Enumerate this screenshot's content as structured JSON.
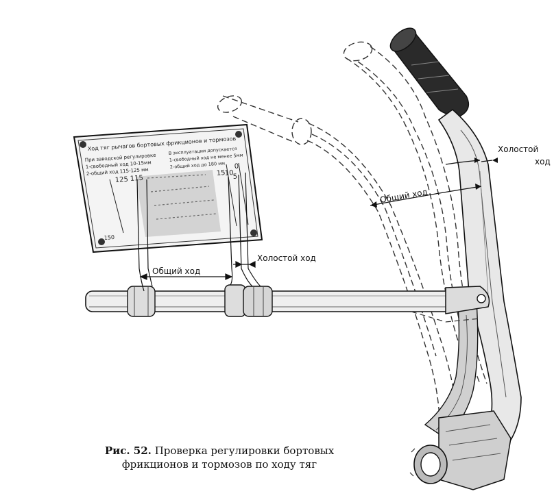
{
  "plate": {
    "title": "Ход тяг рычагов бортовых фрикционов и тормозов",
    "left_col": {
      "heading": "При заводской регулировке",
      "line1": "1-свободный ход 10-15мм",
      "line2": "2-общий ход 115-125 мм"
    },
    "right_col": {
      "heading": "В эксплуатации допускается",
      "line1": "1-свободный ход не менее 5мм",
      "line2": "2-общий ход до 180 мм"
    },
    "scale_left": [
      "125",
      "115"
    ],
    "scale_right": [
      "15",
      "10",
      "5",
      "0"
    ],
    "scale_bottom": "150"
  },
  "labels": {
    "total_travel_rod": "Общий ход",
    "free_travel_rod": "Холостой ход",
    "total_travel_lever": "Общий ход",
    "free_travel_lever_1": "Холостой",
    "free_travel_lever_2": "ход"
  },
  "caption": {
    "number": "Рис. 52.",
    "line1": "Проверка регулировки бортовых",
    "line2": "фрикционов и тормозов по ходу тяг"
  }
}
